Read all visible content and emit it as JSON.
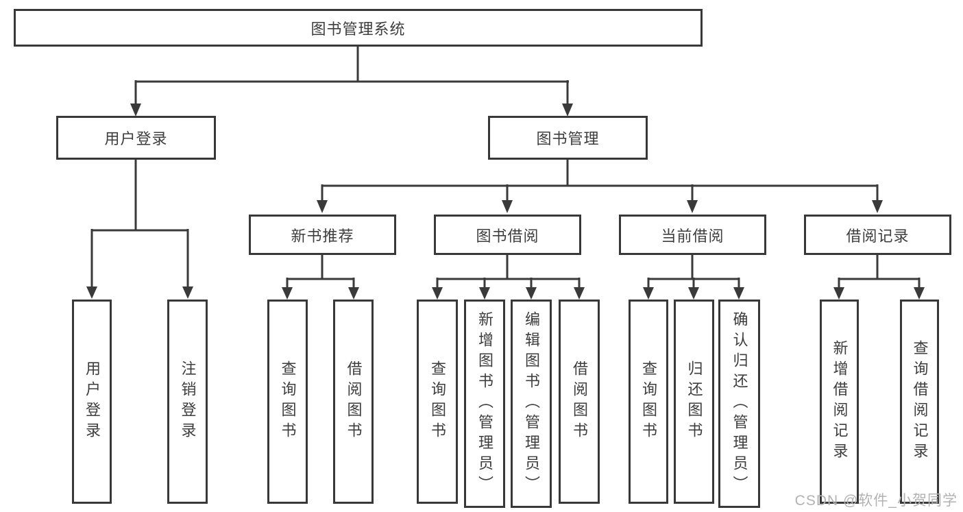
{
  "diagram_type": "tree",
  "title": "图书管理系统",
  "branches": [
    {
      "label": "用户登录",
      "children": [
        {
          "label": "用户登录"
        },
        {
          "label": "注销登录"
        }
      ]
    },
    {
      "label": "图书管理",
      "children": [
        {
          "label": "新书推荐",
          "children": [
            {
              "label": "查询图书"
            },
            {
              "label": "借阅图书"
            }
          ]
        },
        {
          "label": "图书借阅",
          "children": [
            {
              "label": "查询图书"
            },
            {
              "label": "新增图书（管理员）"
            },
            {
              "label": "编辑图书（管理员）"
            },
            {
              "label": "借阅图书"
            }
          ]
        },
        {
          "label": "当前借阅",
          "children": [
            {
              "label": "查询图书"
            },
            {
              "label": "归还图书"
            },
            {
              "label": "确认归还（管理员）"
            }
          ]
        },
        {
          "label": "借阅记录",
          "children": [
            {
              "label": "新增借阅记录"
            },
            {
              "label": "查询借阅记录"
            }
          ]
        }
      ]
    }
  ],
  "watermark": "CSDN @软件_小贺同学",
  "colors": {
    "line": "#3a3a3a",
    "border": "#383838",
    "text": "#3d3d3d",
    "background": "#ffffff",
    "watermark": "#b2b2b2"
  }
}
